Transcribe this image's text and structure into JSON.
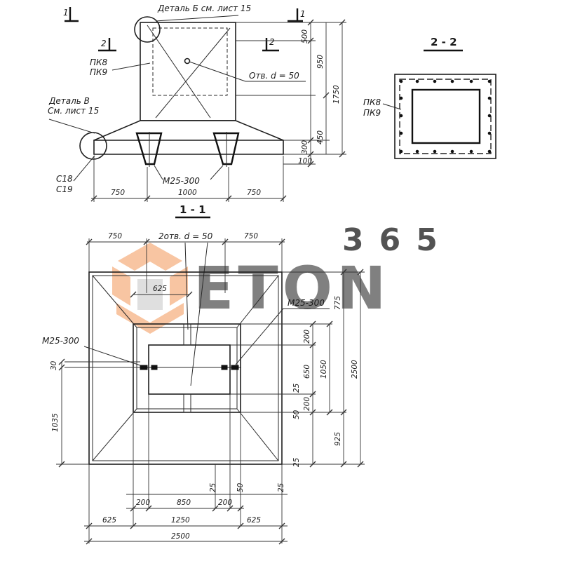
{
  "watermark": {
    "number": "365",
    "word": "ETON",
    "colors": {
      "orange": "#f5b183",
      "gray": "#c9c9c9"
    }
  },
  "sections": {
    "elevation_cut_mark": "1",
    "plan_cut_mark": "2",
    "section_2_2_title": "2 - 2",
    "section_1_1_title": "1 - 1"
  },
  "callouts": {
    "detail_b": "Деталь Б см. лист 15",
    "detail_v_line1": "Деталь В",
    "detail_v_line2": "См. лист 15",
    "pk_top_line1": "ПК8",
    "pk_top_line2": "ПК9",
    "hole": "Отв. d = 50",
    "c_line1": "С18",
    "c_line2": "С19",
    "anchor_elev": "М25-300",
    "pk_section_line1": "ПК8",
    "pk_section_line2": "ПК9",
    "holes_plan": "2отв. d = 50",
    "anchor_plan_right": "М25-300",
    "anchor_plan_left": "М25-300"
  },
  "dims_elevation": {
    "d500": "500",
    "d950": "950",
    "d1750": "1750",
    "d450": "450",
    "d300": "300",
    "d100": "100",
    "w750_left": "750",
    "w1000": "1000",
    "w750_right": "750"
  },
  "dims_plan": {
    "top_750_left": "750",
    "top_750_right": "750",
    "d625": "625",
    "d30": "30",
    "d1035": "1035",
    "d775": "775",
    "d200_top": "200",
    "d650": "650",
    "d1050": "1050",
    "d25_mid": "25",
    "d200_mid": "200",
    "d50": "50",
    "d925": "925",
    "d25_low": "25",
    "d2500_right": "2500",
    "b25_left": "25",
    "b50": "50",
    "b25_right": "25",
    "b200_left": "200",
    "b850": "850",
    "b200_right": "200",
    "b625_left": "625",
    "b1250": "1250",
    "b625_right": "625",
    "b2500": "2500"
  }
}
